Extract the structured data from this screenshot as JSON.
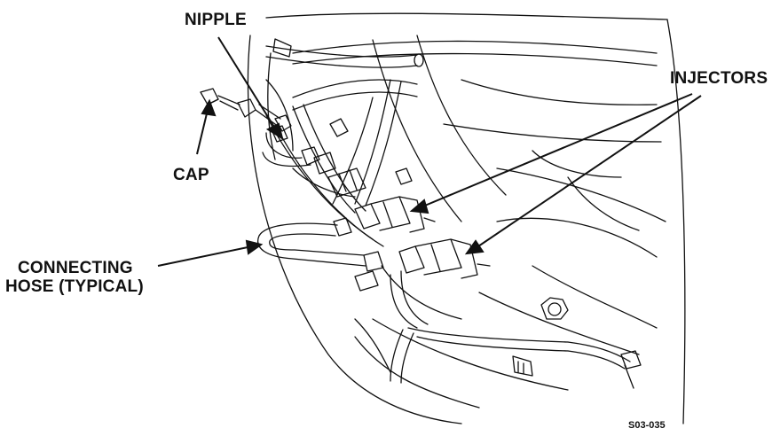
{
  "labels": {
    "nipple": "NIPPLE",
    "cap": "CAP",
    "injectors": "INJECTORS",
    "connecting_hose_line1": "CONNECTING",
    "connecting_hose_line2": "HOSE (TYPICAL)"
  },
  "figure_id": "S03-035",
  "colors": {
    "line": "#111111",
    "background": "#ffffff"
  }
}
